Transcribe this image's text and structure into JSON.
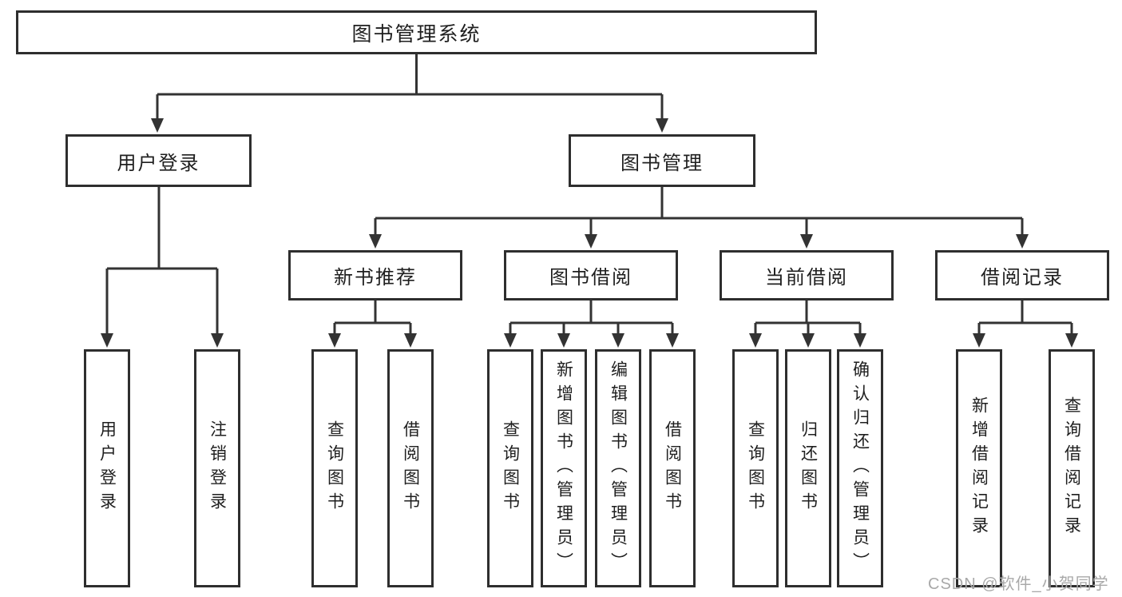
{
  "tree": {
    "root": "图书管理系统",
    "children": [
      {
        "label": "用户登录",
        "children": [
          "用户登录",
          "注销登录"
        ]
      },
      {
        "label": "图书管理",
        "children": [
          {
            "label": "新书推荐",
            "children": [
              "查询图书",
              "借阅图书"
            ]
          },
          {
            "label": "图书借阅",
            "children": [
              "查询图书",
              "新增图书（管理员）",
              "编辑图书（管理员）",
              "借阅图书"
            ]
          },
          {
            "label": "当前借阅",
            "children": [
              "查询图书",
              "归还图书",
              "确认归还（管理员）"
            ]
          },
          {
            "label": "借阅记录",
            "children": [
              "新增借阅记录",
              "查询借阅记录"
            ]
          }
        ]
      }
    ]
  },
  "watermark": "CSDN @软件_小贺同学",
  "colors": {
    "line": "#333333",
    "box_border": "#2e2e2e",
    "text": "#1f1f1f",
    "watermark": "#a9a9a9",
    "background": "#ffffff"
  }
}
